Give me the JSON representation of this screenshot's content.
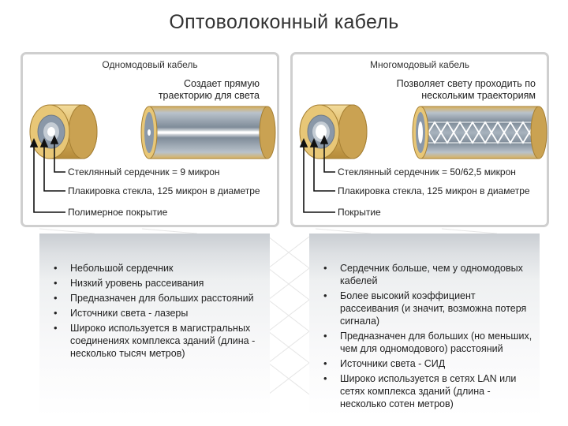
{
  "title": "Оптоволоконный кабель",
  "single_mode": {
    "card_title": "Одномодовый кабель",
    "note_line1": "Создает прямую",
    "note_line2": "траекторию для света",
    "labels": [
      "Стеклянный сердечник = 9 микрон",
      "Плакировка стекла, 125 микрон в диаметре",
      "Полимерное покрытие"
    ],
    "bullets": [
      "Небольшой сердечник",
      "Низкий уровень рассеивания",
      "Предназначен для больших расстояний",
      "Источники света - лазеры",
      "Широко используется в магистральных соединениях комплекса зданий (длина - несколько тысяч метров)"
    ]
  },
  "multi_mode": {
    "card_title": "Многомодовый кабель",
    "note_line1": "Позволяет свету проходить по",
    "note_line2": "нескольким траекториям",
    "labels": [
      "Стеклянный сердечник = 50/62,5 микрон",
      "Плакировка стекла, 125 микрон в диаметре",
      "Покрытие"
    ],
    "bullets": [
      "Сердечник больше, чем у одномодовых кабелей",
      "Более высокий коэффициент рассеивания (и значит, возможна потеря сигнала)",
      "Предназначен для больших (но меньших, чем для одномодового) расстояний",
      "Источники света - СИД",
      "Широко используется в сетях LAN или сетях комплекса зданий (длина - несколько сотен метров)"
    ]
  },
  "colors": {
    "coating": "#d9b25e",
    "cladding": "#8a98a8",
    "core": "#ffffff",
    "card_border": "#cfcfcf"
  }
}
